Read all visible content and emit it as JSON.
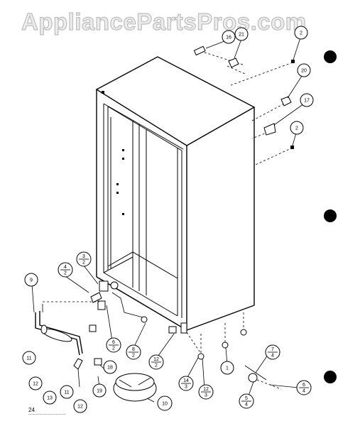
{
  "watermark": "AppliancePartsPros.com",
  "page_number": "24",
  "footer_note": "——————————",
  "callouts": [
    {
      "id": "c16",
      "label": "16"
    },
    {
      "id": "c21",
      "label": "21"
    },
    {
      "id": "c2a",
      "label": "2"
    },
    {
      "id": "c20",
      "label": "20"
    },
    {
      "id": "c17",
      "label": "17"
    },
    {
      "id": "c2b",
      "label": "2"
    },
    {
      "id": "c3_2",
      "top": "3",
      "bottom": "2"
    },
    {
      "id": "c4_2",
      "top": "4",
      "bottom": "2"
    },
    {
      "id": "c9",
      "label": "9"
    },
    {
      "id": "c11a",
      "label": "11"
    },
    {
      "id": "c12a",
      "label": "12"
    },
    {
      "id": "c13",
      "label": "13"
    },
    {
      "id": "c11b",
      "label": "11"
    },
    {
      "id": "c12b",
      "label": "12"
    },
    {
      "id": "c18",
      "label": "18"
    },
    {
      "id": "c19",
      "label": "19"
    },
    {
      "id": "c10",
      "label": "10"
    },
    {
      "id": "c6_2",
      "top": "6",
      "bottom": "2"
    },
    {
      "id": "c8_2",
      "top": "8",
      "bottom": "2"
    },
    {
      "id": "c12_2",
      "top": "12",
      "bottom": "2"
    },
    {
      "id": "c14_3",
      "top": "14",
      "bottom": "3"
    },
    {
      "id": "c12_3",
      "top": "12",
      "bottom": "3"
    },
    {
      "id": "c1",
      "label": "1"
    },
    {
      "id": "c7_4",
      "top": "7",
      "bottom": "4"
    },
    {
      "id": "c5_4",
      "top": "5",
      "bottom": "4"
    },
    {
      "id": "c6_4",
      "top": "6",
      "bottom": "4"
    }
  ]
}
